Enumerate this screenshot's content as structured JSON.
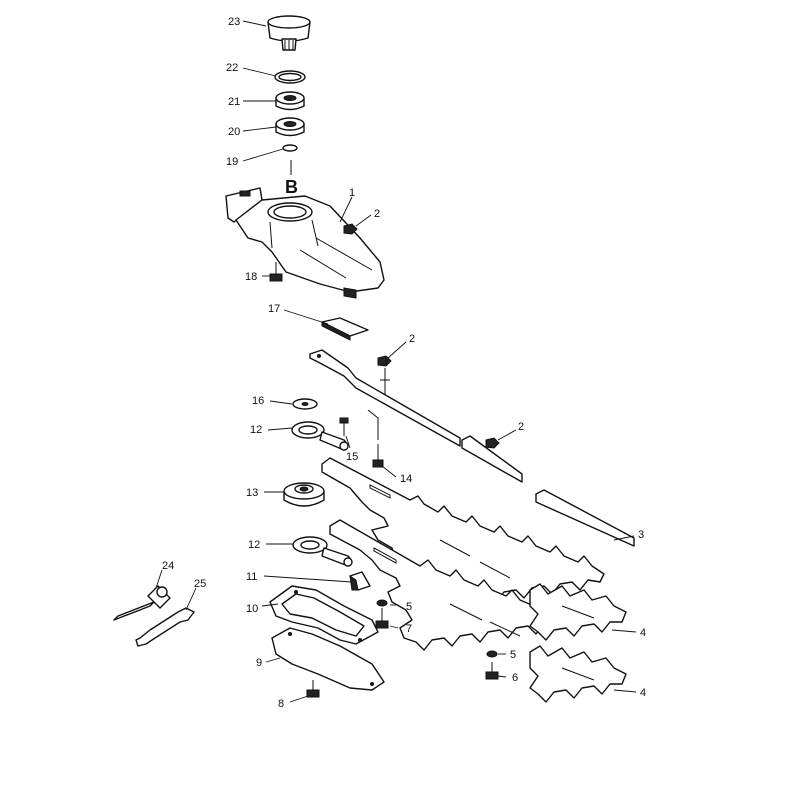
{
  "callouts": {
    "p23": "23",
    "p22": "22",
    "p21": "21",
    "p20": "20",
    "p19": "19",
    "p1": "1",
    "p2a": "2",
    "p18": "18",
    "p17": "17",
    "p2b": "2",
    "p16": "16",
    "p12a": "12",
    "p15": "15",
    "p2c": "2",
    "p14": "14",
    "p13": "13",
    "p3": "3",
    "p12b": "12",
    "p11": "11",
    "p24": "24",
    "p25": "25",
    "p10": "10",
    "p5a": "5",
    "p7": "7",
    "p4a": "4",
    "p9": "9",
    "p5b": "5",
    "p6": "6",
    "p4b": "4",
    "p8": "8"
  },
  "marker_letter": "B"
}
